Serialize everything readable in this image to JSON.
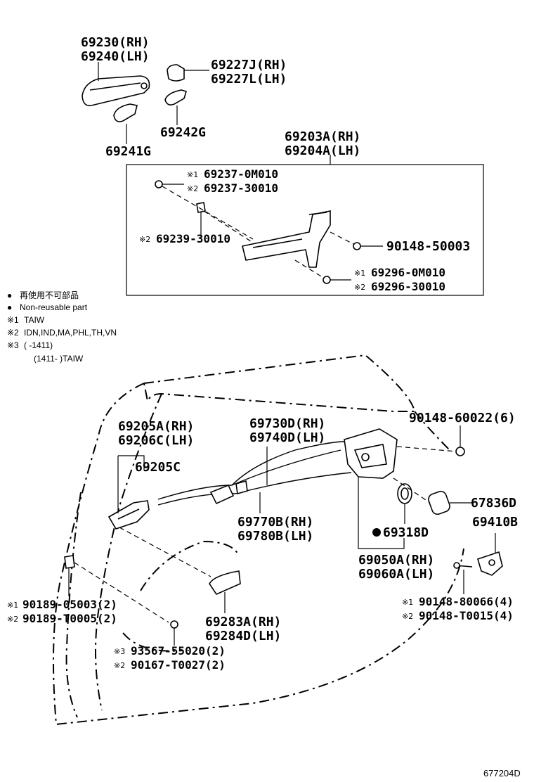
{
  "callouts": {
    "c69230": [
      "69230(RH)",
      "69240(LH)"
    ],
    "c69227": [
      "69227J(RH)",
      "69227L(LH)"
    ],
    "c69242": [
      "69242G"
    ],
    "c69241": [
      "69241G"
    ],
    "c69203": [
      "69203A(RH)",
      "69204A(LH)"
    ],
    "c69237": [
      {
        "mark": "※1",
        "num": "69237-0M010"
      },
      {
        "mark": "※2",
        "num": "69237-30010"
      }
    ],
    "c69239": [
      {
        "mark": "※2",
        "num": "69239-30010"
      }
    ],
    "c90148a": [
      "90148-50003"
    ],
    "c69296": [
      {
        "mark": "※1",
        "num": "69296-0M010"
      },
      {
        "mark": "※2",
        "num": "69296-30010"
      }
    ],
    "c69205a": [
      "69205A(RH)",
      "69206C(LH)"
    ],
    "c69205c": [
      "69205C"
    ],
    "c69730": [
      "69730D(RH)",
      "69740D(LH)"
    ],
    "c90148b": [
      "90148-60022(6)"
    ],
    "c67836": [
      "67836D"
    ],
    "c69410": [
      "69410B"
    ],
    "c69318": [
      "69318D"
    ],
    "c69770": [
      "69770B(RH)",
      "69780B(LH)"
    ],
    "c69050": [
      "69050A(RH)",
      "69060A(LH)"
    ],
    "c90189": [
      {
        "mark": "※1",
        "num": "90189-05003(2)"
      },
      {
        "mark": "※2",
        "num": "90189-T0005(2)"
      }
    ],
    "c90148c": [
      {
        "mark": "※1",
        "num": "90148-80066(4)"
      },
      {
        "mark": "※2",
        "num": "90148-T0015(4)"
      }
    ],
    "c69283": [
      "69283A(RH)",
      "69284D(LH)"
    ],
    "c93567": [
      {
        "mark": "※3",
        "num": "93567-55020(2)"
      },
      {
        "mark": "※2",
        "num": "90167-T0027(2)"
      }
    ]
  },
  "legend": {
    "bullet": "●",
    "line1": "再使用不可部品",
    "line2": "Non-reusable part",
    "n1_mark": "※1",
    "n1_text": "TAIW",
    "n2_mark": "※2",
    "n2_text": "IDN,IND,MA,PHL,TH,VN",
    "n3_mark": "※3",
    "n3_text_a": "(      -1411)",
    "n3_text_b": "(1411-      )TAIW"
  },
  "diagram_code": "677204D"
}
